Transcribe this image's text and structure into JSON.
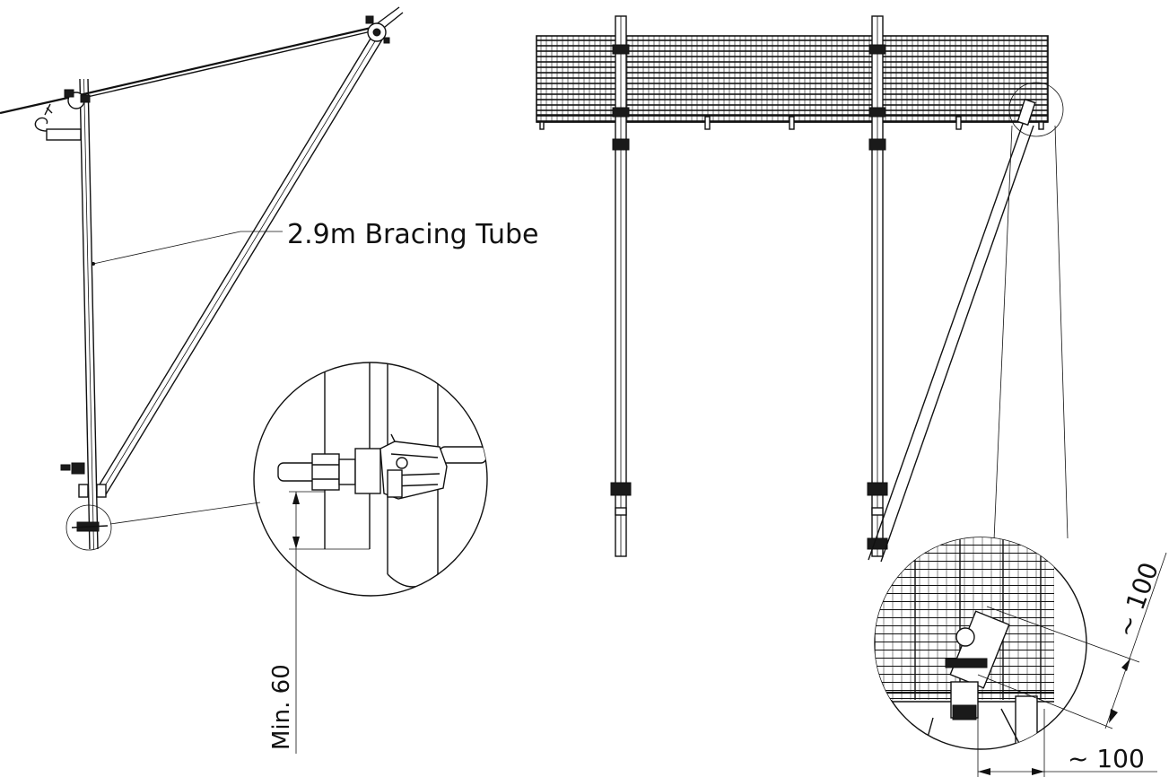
{
  "labels": {
    "bracing_tube": "2.9m Bracing Tube",
    "min_clearance": "Min. 60",
    "offset_vertical": "~ 100",
    "offset_horizontal": "~ 100"
  },
  "colors": {
    "line": "#111111",
    "background": "#ffffff"
  }
}
